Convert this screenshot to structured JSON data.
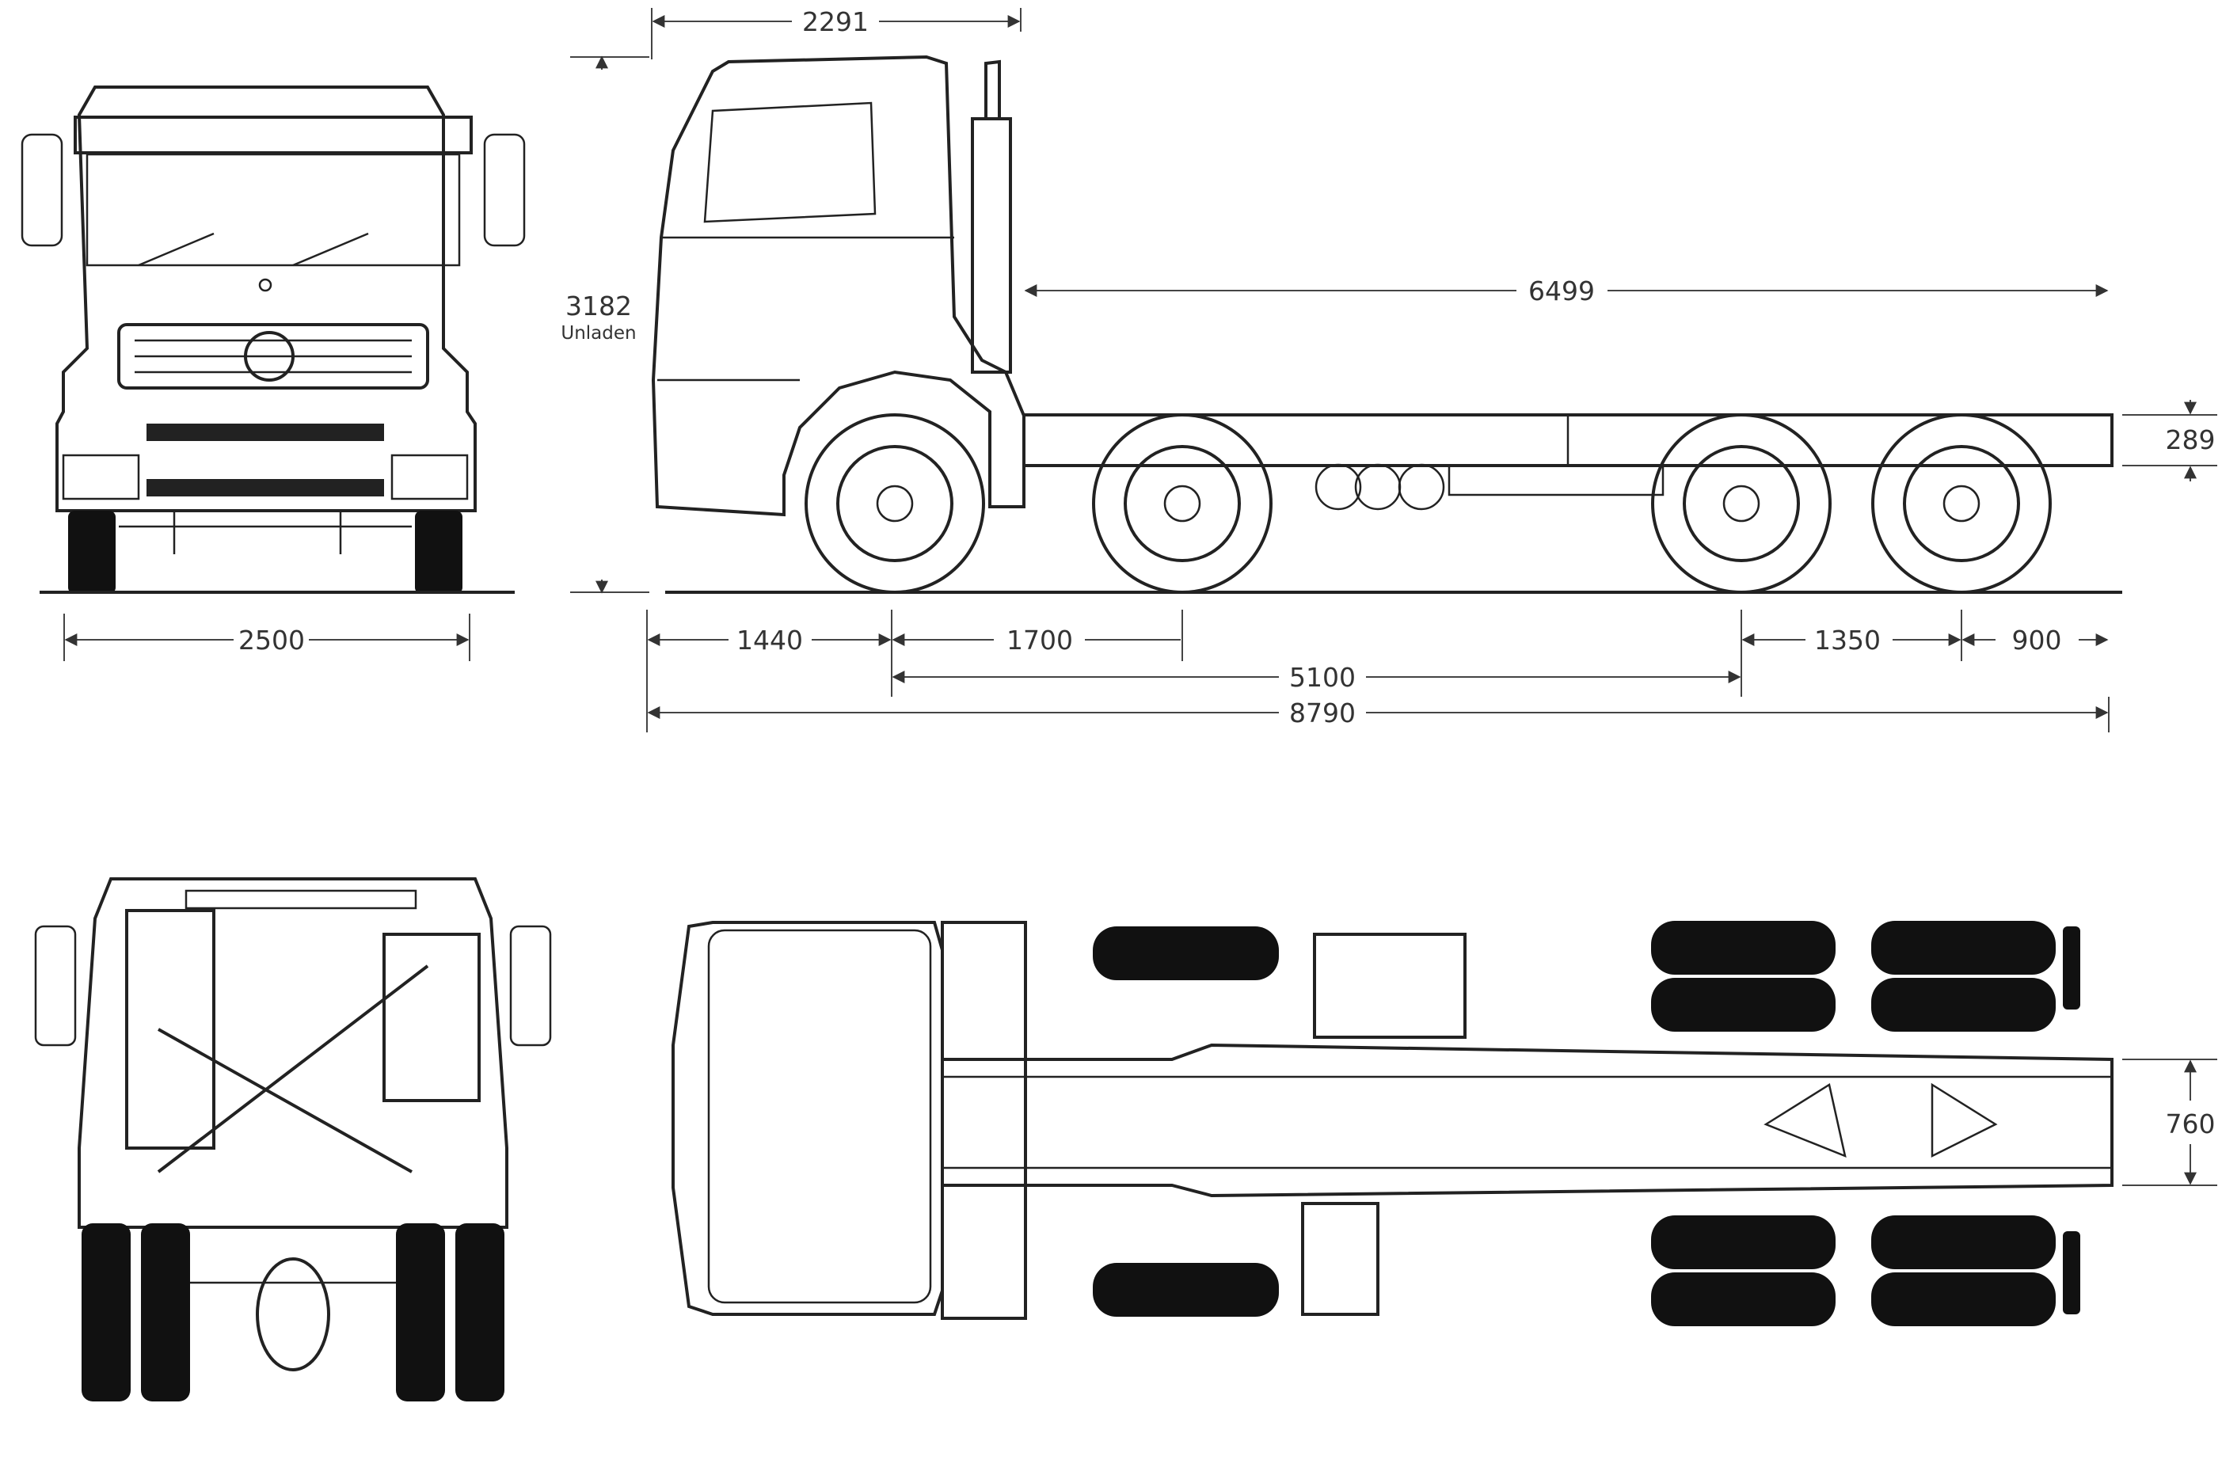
{
  "title": "Truck dimension blueprint",
  "dimensions": {
    "cab_length": "2291",
    "height": "3182",
    "height_note": "Unladen",
    "body_length": "6499",
    "frame_height": "289",
    "width": "2500",
    "front_overhang": "1440",
    "axle_1_2": "1700",
    "wheelbase": "5100",
    "axle_3_4": "1350",
    "rear_overhang": "900",
    "overall_length": "8790",
    "frame_width": "760"
  }
}
